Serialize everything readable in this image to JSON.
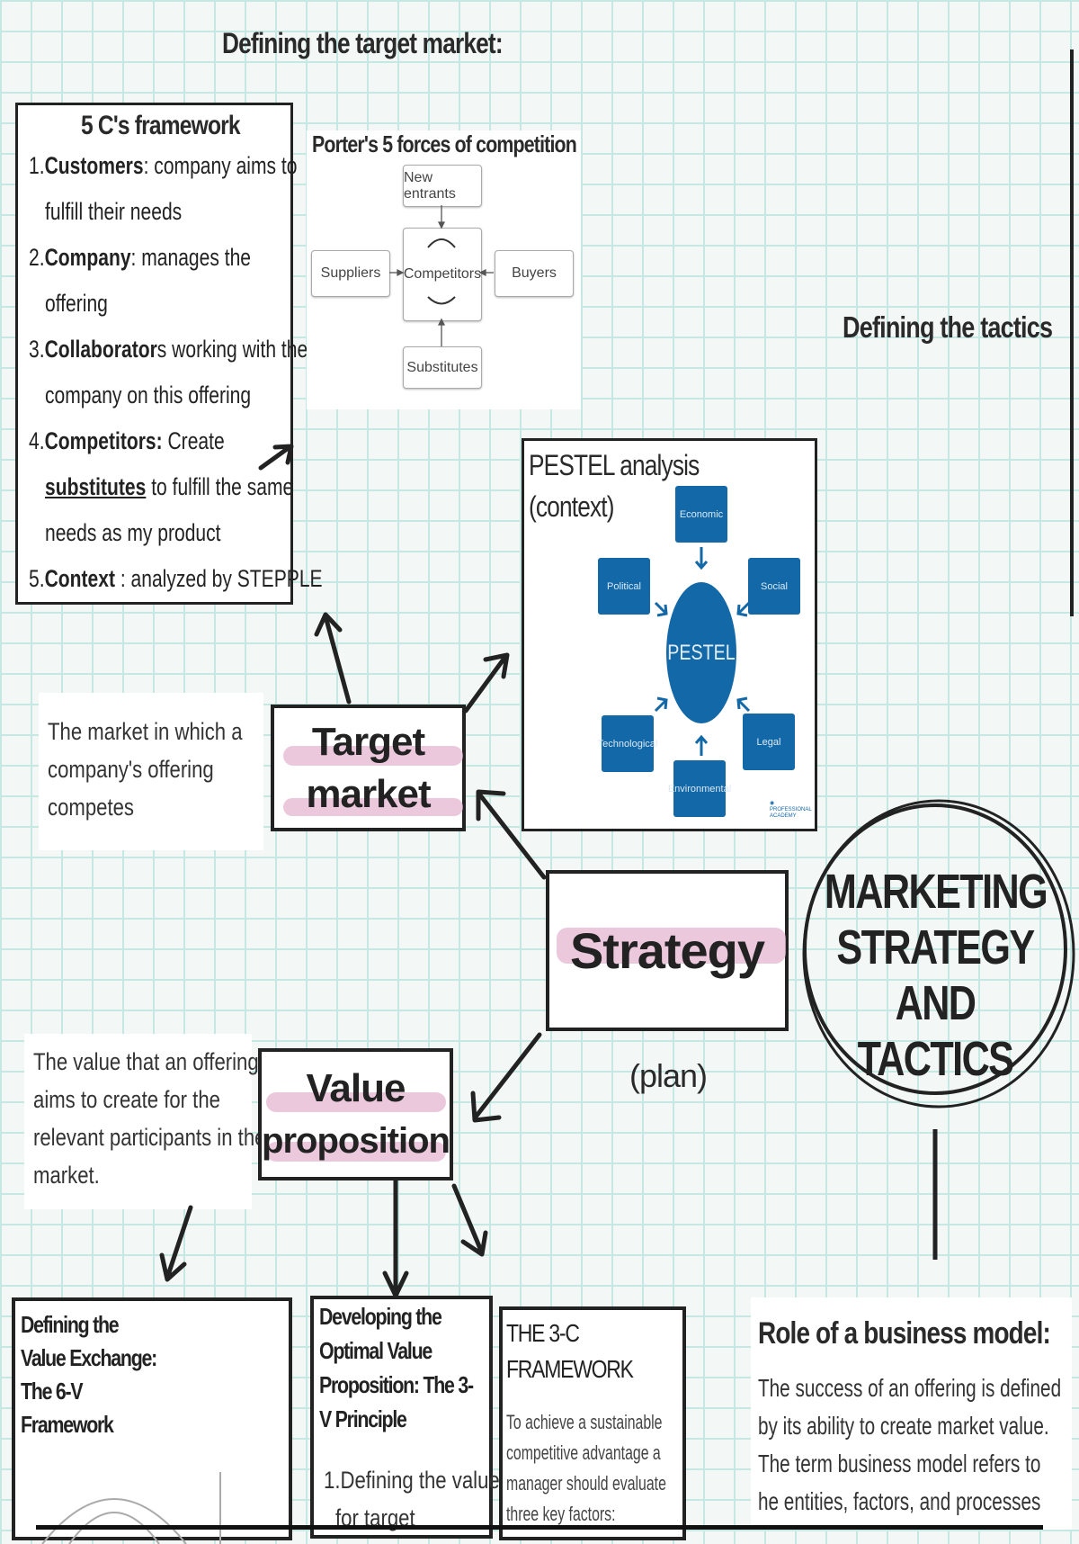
{
  "title_target_market": "Defining the target market:",
  "title_tactics": "Defining the tactics",
  "five_cs": {
    "heading": "5 C's framework",
    "items": [
      {
        "num": "1.",
        "bold": "Customers",
        "rest": ": company aims to",
        "cont": "fulfill their needs"
      },
      {
        "num": "2.",
        "bold": "Company",
        "rest": ": manages the",
        "cont": "offering"
      },
      {
        "num": "3.",
        "bold": "Collaborator",
        "rest": "s working with the",
        "cont": "company on this offering"
      },
      {
        "num": "4.",
        "bold": "Competitors:",
        "rest": " Create",
        "cont_u": "substitutes",
        "cont": " to fulfill the same",
        "cont2": "needs as my product"
      },
      {
        "num": "5.",
        "bold": "Context",
        "rest": " : analyzed by STEPPLE"
      }
    ]
  },
  "porter": {
    "heading": "Porter's 5 forces of competition",
    "top": "New entrants",
    "left": "Suppliers",
    "center": "Competitors",
    "right": "Buyers",
    "bottom": "Substitutes"
  },
  "pestel": {
    "heading_1": "PESTEL analysis",
    "heading_2": "(context)",
    "center": "PESTEL",
    "factors": {
      "economic": "Economic",
      "political": "Political",
      "social": "Social",
      "technological": "Technological",
      "legal": "Legal",
      "environmental": "Environmental"
    },
    "logo": "PROFESSIONAL ACADEMY"
  },
  "target_market": {
    "line1": "Target",
    "line2": "market",
    "description": [
      "The market in which a",
      "company's offering",
      "competes"
    ]
  },
  "strategy": {
    "label": "Strategy",
    "sub": "(plan)"
  },
  "main_title": [
    "MARKETING",
    "STRATEGY AND",
    "TACTICS"
  ],
  "value_prop": {
    "line1": "Value",
    "line2": "proposition",
    "description": [
      "The value that an offering",
      "aims to create for the",
      "relevant participants in the",
      "market."
    ]
  },
  "bottom": {
    "six_v": [
      "Defining the",
      "Value Exchange:",
      "The 6-V",
      "Framework"
    ],
    "three_v": [
      "Developing the",
      "Optimal Value",
      "Proposition: The 3-",
      "V Principle"
    ],
    "three_v_item": [
      "1.Defining the value",
      "for target"
    ],
    "three_c": [
      "THE 3-C",
      "FRAMEWORK"
    ],
    "three_c_body": [
      "To achieve a sustainable",
      "competitive advantage a",
      "manager should evaluate",
      "three key factors:"
    ],
    "business_model_title": "Role of a business model:",
    "business_model_body": [
      "The success of an offering is defined",
      "by its ability to create market value.",
      "The term business model refers to",
      "he entities, factors, and processes"
    ]
  },
  "colors": {
    "grid": "#c6e8e2",
    "highlight": "#e5b6d2",
    "pestel_blue": "#1368a8"
  }
}
